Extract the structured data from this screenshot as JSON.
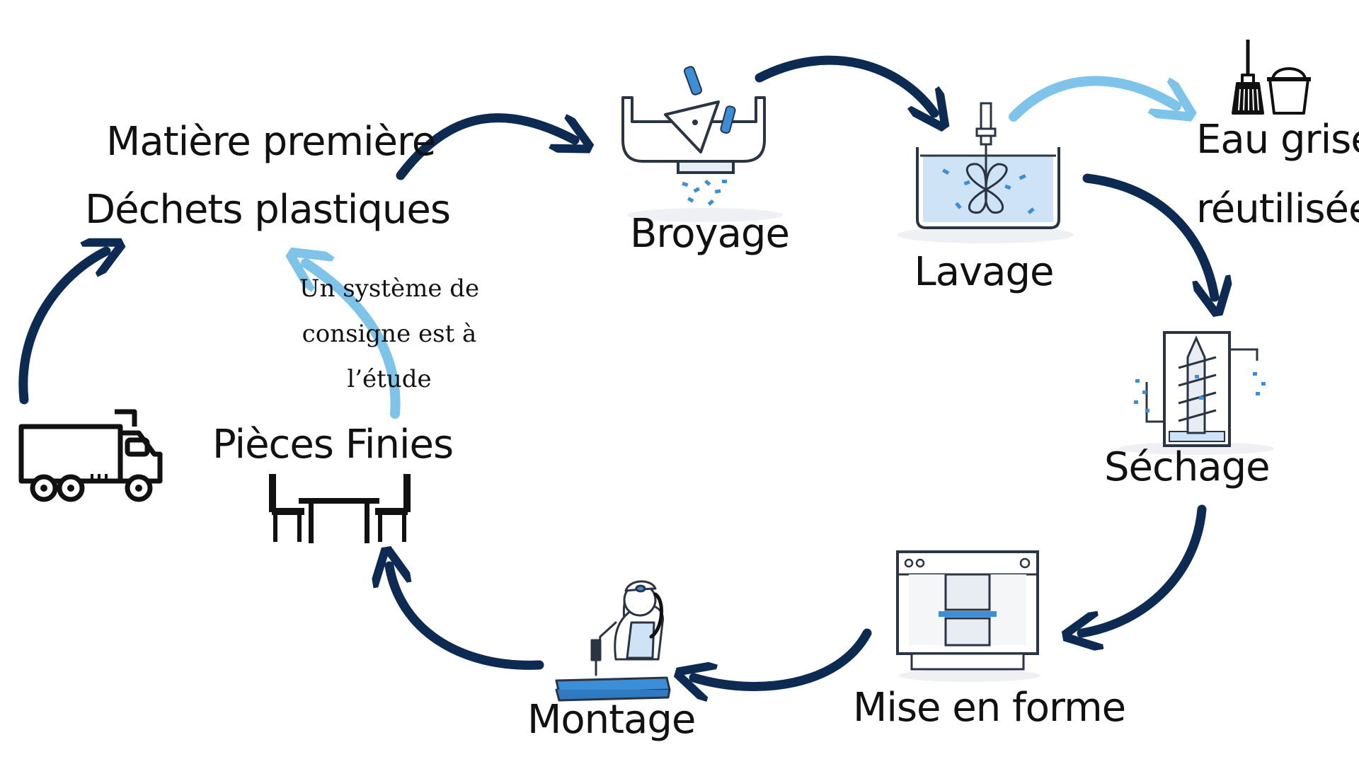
{
  "nodes": {
    "matiere_premiere": {
      "line1": "Matière première",
      "line2": "Déchets plastiques"
    },
    "broyage": {
      "label": "Broyage"
    },
    "lavage": {
      "label": "Lavage"
    },
    "eau_grise": {
      "line1": "Eau grise",
      "line2": "réutilisée"
    },
    "sechage": {
      "label": "Séchage"
    },
    "mise_en_forme": {
      "label": "Mise en forme"
    },
    "montage": {
      "label": "Montage"
    },
    "pieces_finies": {
      "label": "Pièces Finies"
    }
  },
  "note": {
    "line1": "Un système de",
    "line2": "consigne est à",
    "line3": "l’étude"
  },
  "colors": {
    "dark_navy": "#0d2a52",
    "light_blue": "#7ec3ea",
    "pale_blue": "#cfe3f7",
    "mid_blue": "#3b8ed8",
    "ink": "#111111"
  },
  "icons": [
    "dump-truck-icon",
    "shredder-icon",
    "washing-tank-icon",
    "broom-bucket-icon",
    "dryer-icon",
    "press-machine-icon",
    "worker-drill-icon",
    "table-chairs-icon"
  ]
}
